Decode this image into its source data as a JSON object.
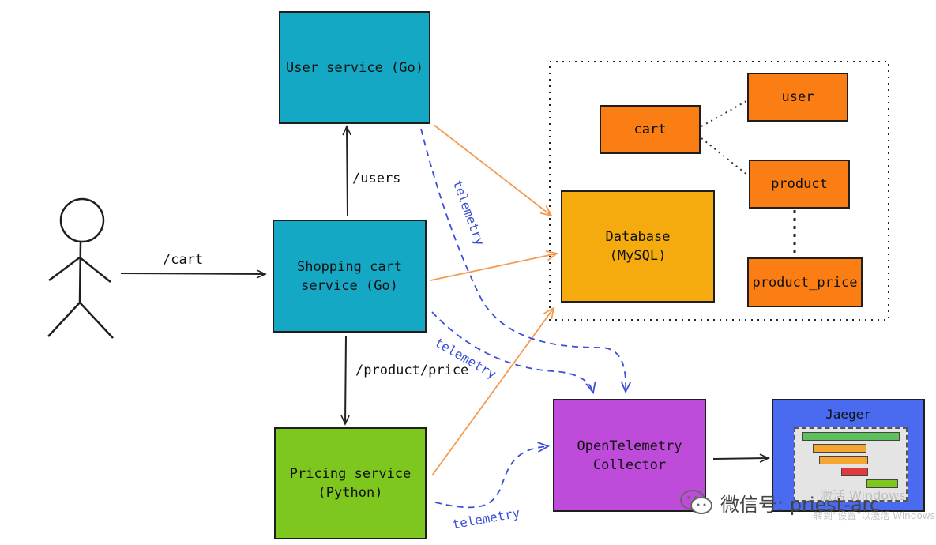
{
  "nodes": {
    "user_service": "User service (Go)",
    "cart_service": "Shopping cart\nservice (Go)",
    "pricing_service": "Pricing service\n(Python)",
    "database": "Database\n(MySQL)",
    "collector": "OpenTelemetry\nCollector",
    "jaeger": "Jaeger"
  },
  "tables": {
    "cart": "cart",
    "user": "user",
    "product": "product",
    "product_price": "product_price"
  },
  "edges": {
    "cart_request": "/cart",
    "users_request": "/users",
    "price_request": "/product/price",
    "telemetry": "telemetry"
  },
  "watermark": {
    "wechat": "微信号: priest-arc",
    "windows_activate": "激活 Windows",
    "windows_hint": "转到“设置”以激活 Windows"
  },
  "colors": {
    "service_blue": "#15a8c4",
    "service_green": "#7ec71f",
    "database_yellow": "#f5ab0d",
    "table_orange": "#fb7e14",
    "collector_purple": "#be4bd9",
    "jaeger_blue": "#4a6af0",
    "orange_arrow": "#f39a4f",
    "telemetry_dash": "#3a4fd8"
  }
}
